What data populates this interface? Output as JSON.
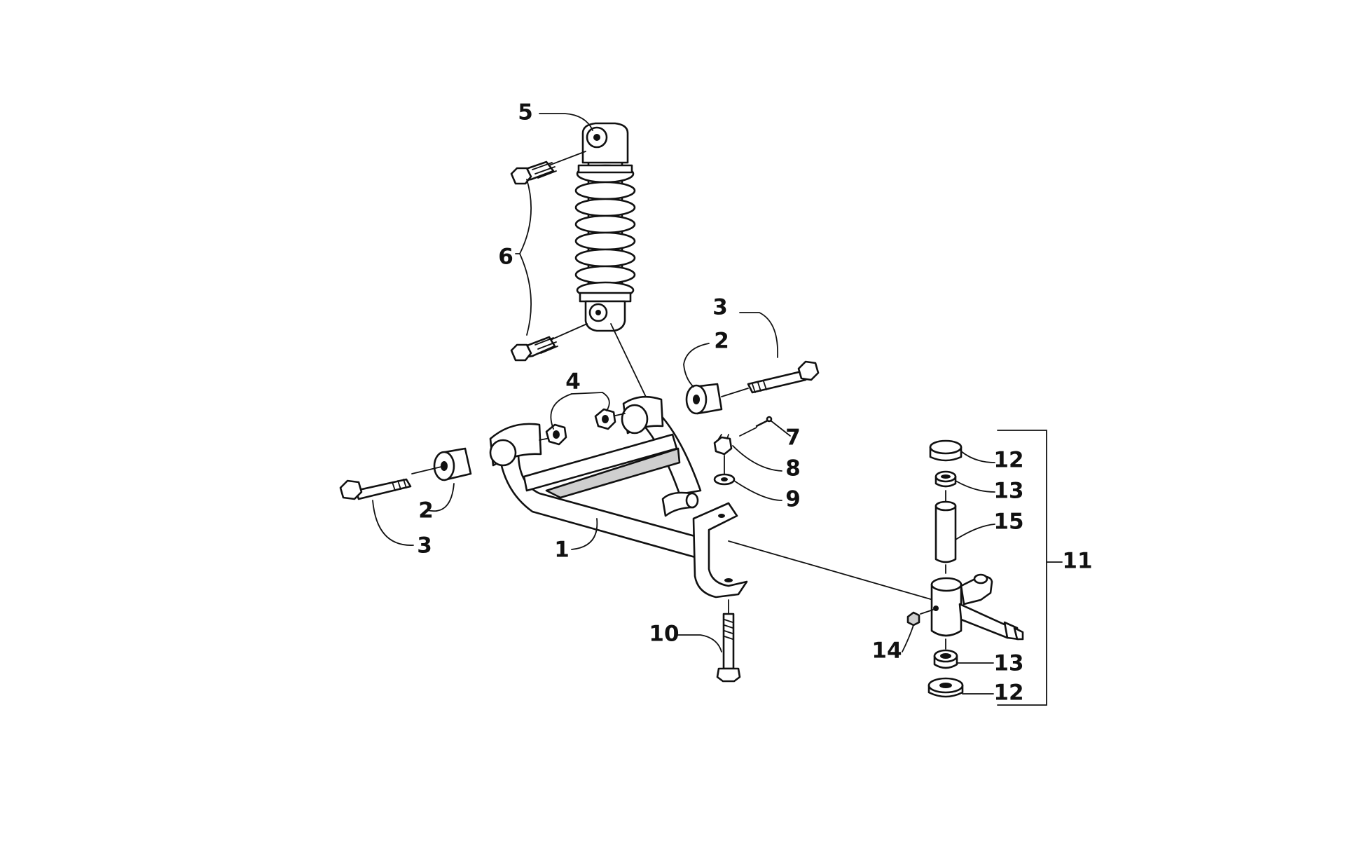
{
  "callouts": {
    "c1": "1",
    "c2a": "2",
    "c2b": "2",
    "c3a": "3",
    "c3b": "3",
    "c4": "4",
    "c5": "5",
    "c6": "6",
    "c7": "7",
    "c8": "8",
    "c9": "9",
    "c10": "10",
    "c11": "11",
    "c12a": "12",
    "c12b": "12",
    "c13a": "13",
    "c13b": "13",
    "c14": "14",
    "c15": "15"
  }
}
